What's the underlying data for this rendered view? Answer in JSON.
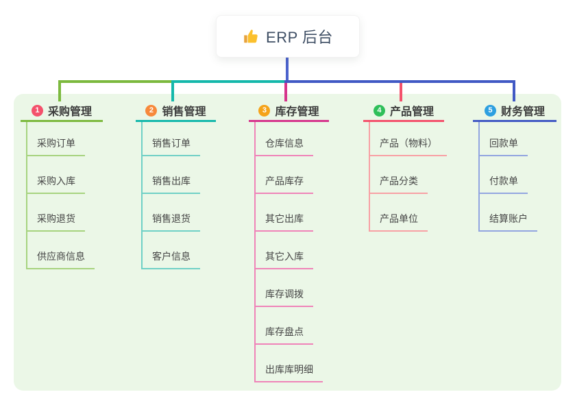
{
  "canvas": {
    "background": "#ffffff",
    "panel_background": "#ebf7e7"
  },
  "root": {
    "label": "ERP 后台",
    "icon": "thumbs-up-icon",
    "icon_color": "#fbc02d",
    "text_color": "#3d4d63",
    "stem_color": "#4c63cd"
  },
  "branches": [
    {
      "badge": "1",
      "badge_color": "#f4516c",
      "label": "采购管理",
      "line_color": "#7cb93e",
      "child_line_color": "#a6d37e",
      "children": [
        "采购订单",
        "采购入库",
        "采购退货",
        "供应商信息"
      ]
    },
    {
      "badge": "2",
      "badge_color": "#f7893b",
      "label": "销售管理",
      "line_color": "#14b8ab",
      "child_line_color": "#6fd0c6",
      "children": [
        "销售订单",
        "销售出库",
        "销售退货",
        "客户信息"
      ]
    },
    {
      "badge": "3",
      "badge_color": "#f5a31a",
      "label": "库存管理",
      "line_color": "#d6348c",
      "child_line_color": "#ef83b8",
      "children": [
        "仓库信息",
        "产品库存",
        "其它出库",
        "其它入库",
        "库存调拨",
        "库存盘点",
        "出库库明细"
      ]
    },
    {
      "badge": "4",
      "badge_color": "#2fbf5a",
      "label": "产品管理",
      "line_color": "#f4516c",
      "child_line_color": "#f8a0a4",
      "children": [
        "产品（物料）",
        "产品分类",
        "产品单位"
      ]
    },
    {
      "badge": "5",
      "badge_color": "#2d9fe0",
      "label": "财务管理",
      "line_color": "#4159c4",
      "child_line_color": "#92a5e0",
      "children": [
        "回款单",
        "付款单",
        "结算账户"
      ]
    }
  ]
}
